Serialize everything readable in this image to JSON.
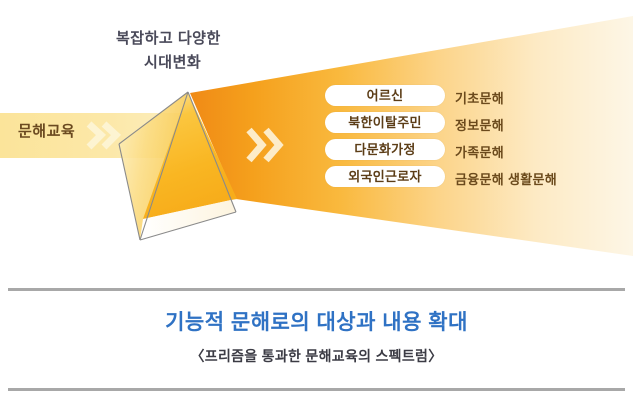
{
  "diagram": {
    "headline": {
      "line1": "복잡하고 다양한",
      "line2": "시대변화"
    },
    "input_banner": {
      "label": "문해교육",
      "arrow_icon": "double-chevron-right-icon"
    },
    "prism": {
      "shape": "triangular-prism",
      "outline_color": "#8a8a8a"
    },
    "beam_arrow_icon": "double-chevron-right-icon",
    "spectrum": {
      "rows": [
        {
          "target": "어르신",
          "content": "기초문해"
        },
        {
          "target": "북한이탈주민",
          "content": "정보문해"
        },
        {
          "target": "다문화가정",
          "content": "가족문해"
        },
        {
          "target": "외국인근로자",
          "content": "금융문해  생활문해"
        }
      ]
    }
  },
  "caption": {
    "title": "기능적 문해로의 대상과 내용 확대",
    "subtitle": "〈프리즘을 통과한 문해교육의 스펙트럼〉",
    "title_color": "#2f72c4"
  }
}
